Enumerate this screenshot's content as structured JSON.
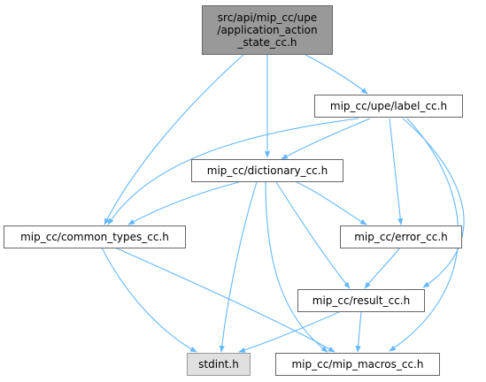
{
  "nodes": {
    "root": "src/api/mip_cc/upe\n/application_action\n_state_cc.h",
    "label": "mip_cc/upe/label_cc.h",
    "dictionary": "mip_cc/dictionary_cc.h",
    "common_types": "mip_cc/common_types_cc.h",
    "error": "mip_cc/error_cc.h",
    "result": "mip_cc/result_cc.h",
    "stdint": "stdint.h",
    "mip_macros": "mip_cc/mip_macros_cc.h"
  },
  "colors": {
    "edge": "#63b8ff",
    "root_fill": "#999999",
    "system_fill": "#e0e0e0",
    "border": "#666666"
  }
}
